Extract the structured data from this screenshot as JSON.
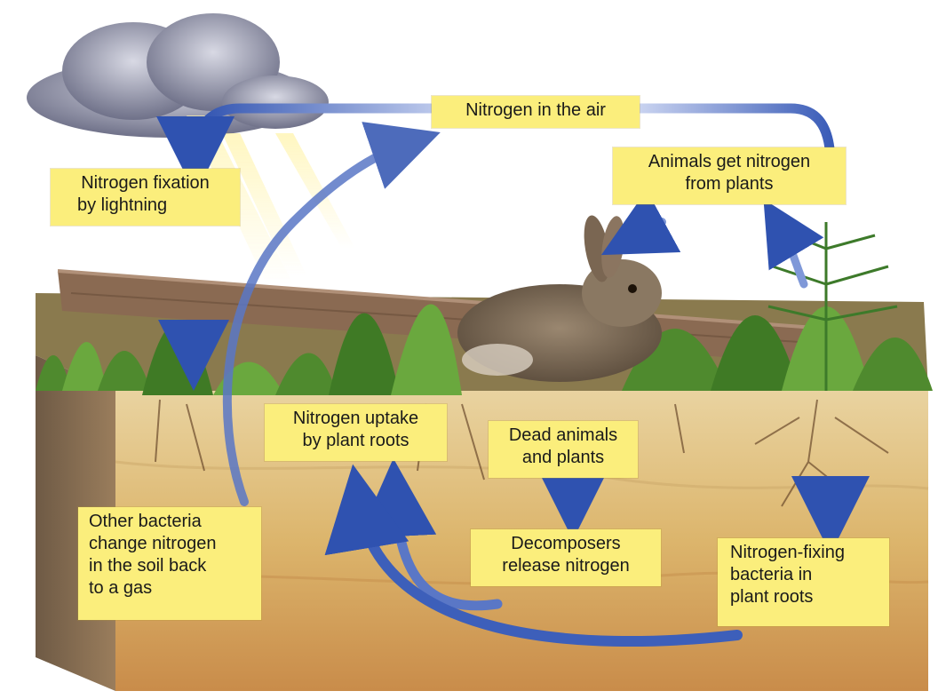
{
  "labels": {
    "nitrogen_air": [
      "Nitrogen in the air"
    ],
    "fixation_lightning": [
      "Nitrogen fixation",
      "by lightning"
    ],
    "animals_get": [
      "Animals get nitrogen",
      "from plants"
    ],
    "uptake_roots": [
      "Nitrogen uptake",
      "by plant roots"
    ],
    "dead_animals": [
      "Dead animals",
      "and plants"
    ],
    "decomposers": [
      "Decomposers",
      "release nitrogen"
    ],
    "other_bacteria": [
      "Other bacteria",
      "change nitrogen",
      "in the soil back",
      "to a gas"
    ],
    "fixing_bacteria": [
      "Nitrogen-fixing",
      "bacteria in",
      "plant roots"
    ]
  },
  "colors": {
    "label_bg": "#fbee7c",
    "arrow": "#3557b5",
    "soil": "#d9b36c",
    "grass": "#4f8a2e",
    "sky_cloud": "#8d8fa6"
  }
}
